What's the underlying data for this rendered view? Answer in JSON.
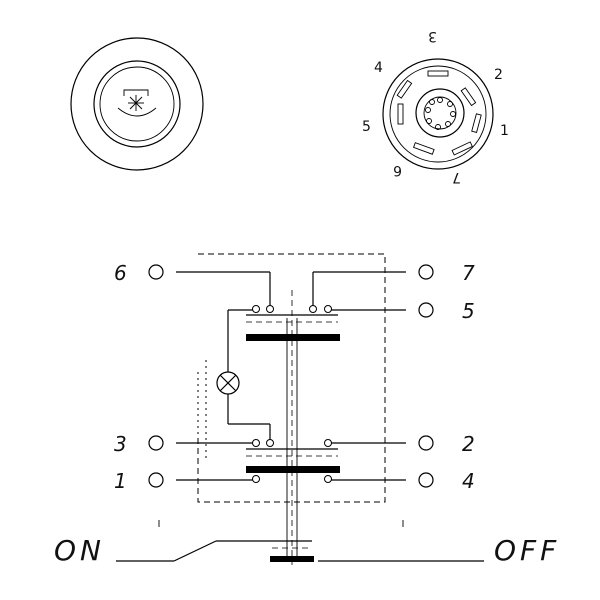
{
  "front_view": {
    "icon": "star-symbol"
  },
  "connector_view": {
    "pins": [
      {
        "label": "3",
        "rotate": 180
      },
      {
        "label": "2",
        "rotate": 0
      },
      {
        "label": "4",
        "rotate": 0
      },
      {
        "label": "5",
        "rotate": 0
      },
      {
        "label": "1",
        "rotate": 0
      },
      {
        "label": "6",
        "rotate": 180
      },
      {
        "label": "7",
        "rotate": 180
      }
    ]
  },
  "schematic": {
    "terminals": {
      "t6": "6",
      "t7": "7",
      "t5": "5",
      "t3": "3",
      "t2": "2",
      "t1": "1",
      "t4": "4"
    },
    "lamp_icon": "lamp-icon",
    "on_label": "ON",
    "off_label": "OFF"
  }
}
